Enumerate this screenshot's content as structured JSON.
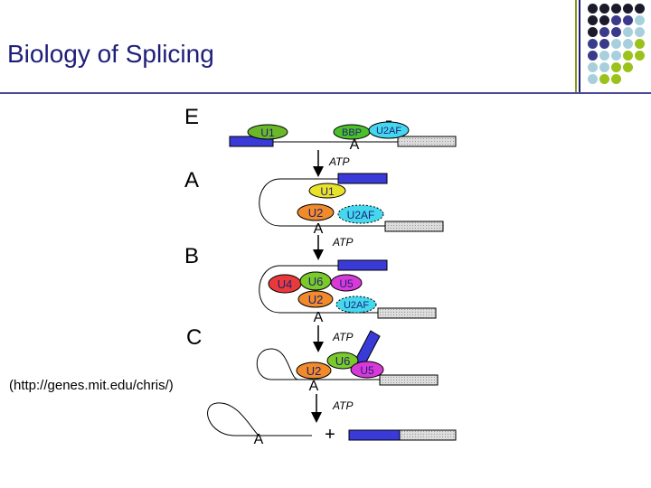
{
  "slide": {
    "title": "Biology of Splicing",
    "source": "(http://genes.mit.edu/chris/)"
  },
  "stages": [
    "E",
    "A",
    "B",
    "C"
  ],
  "labels": {
    "u1": "U1",
    "bbp": "BBP",
    "u2af": "U2AF",
    "u2": "U2",
    "u4": "U4",
    "u6": "U6",
    "u5": "U5",
    "branch_a": "A",
    "atp": "ATP",
    "plus": "+"
  },
  "colors": {
    "title": "#1e1e78",
    "exon_blue": "#3a3ad8",
    "exon_gray": "#d8d8d8",
    "u1_green": "#6ab82a",
    "u1_yellow": "#e8e22a",
    "u2_orange": "#f08a2a",
    "u2af_cyan": "#44d8ee",
    "u4_red": "#e83a3a",
    "u6_green": "#7aca2a",
    "u5_magenta": "#d83ad8",
    "bbp_green": "#4cc02a"
  }
}
